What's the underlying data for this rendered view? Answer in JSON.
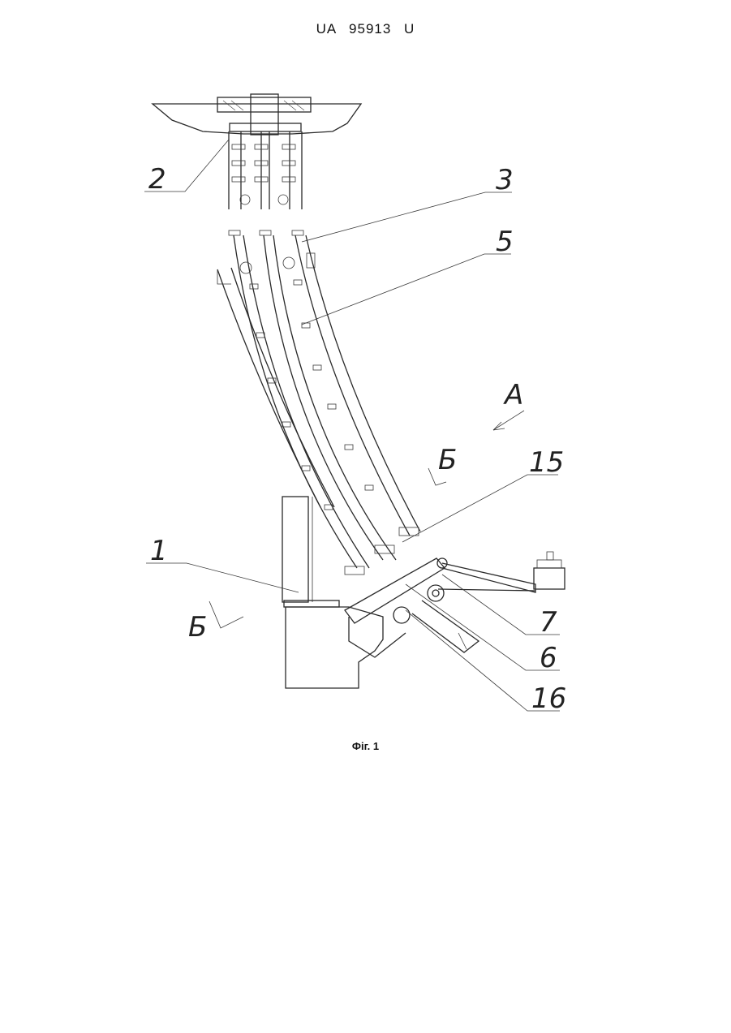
{
  "header": {
    "doc_number": "UA   95913   U"
  },
  "figure": {
    "caption": "Фіг. 1",
    "reference_labels": {
      "r1": "1",
      "r2": "2",
      "r3": "3",
      "r5": "5",
      "r15": "15",
      "r7": "7",
      "r6": "6",
      "r16": "16",
      "viewA": "А",
      "sectionB1": "Б",
      "sectionB2": "Б"
    }
  }
}
